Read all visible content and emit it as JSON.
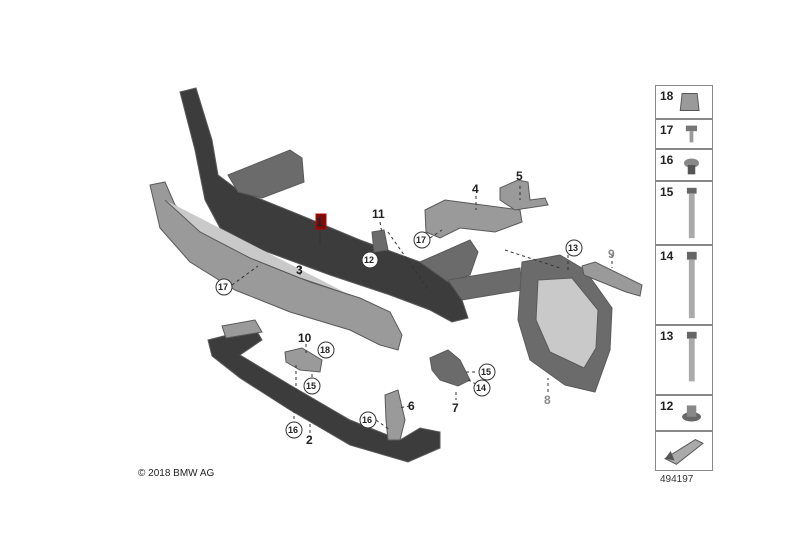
{
  "copyright": "© 2018 BMW AG",
  "document_number": "494197",
  "part_labels": [
    "1",
    "2",
    "3",
    "4",
    "5",
    "6",
    "7",
    "8",
    "9",
    "10",
    "11"
  ],
  "circled_labels": [
    "17",
    "12",
    "17",
    "13",
    "18",
    "15",
    "16",
    "16",
    "15",
    "14"
  ],
  "sidebar_items": [
    "18",
    "17",
    "16",
    "15",
    "14",
    "13",
    "12"
  ]
}
